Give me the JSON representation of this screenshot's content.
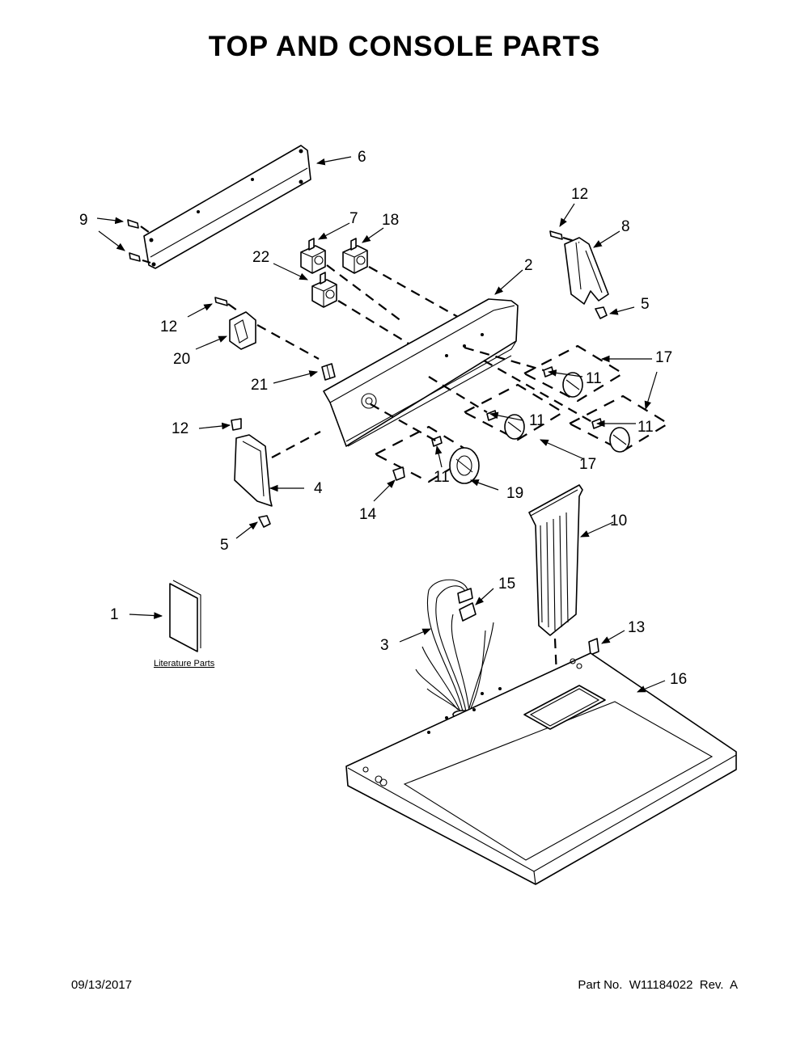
{
  "title": "TOP AND CONSOLE PARTS",
  "footer": {
    "date": "09/13/2017",
    "part_number": "Part No.  W11184022  Rev.  A"
  },
  "literature_label": "Literature Parts",
  "callouts": {
    "c1": "1",
    "c2": "2",
    "c3": "3",
    "c4": "4",
    "c5a": "5",
    "c5b": "5",
    "c6": "6",
    "c7": "7",
    "c8": "8",
    "c9": "9",
    "c10": "10",
    "c11a": "11",
    "c11b": "11",
    "c11c": "11",
    "c11d": "11",
    "c12a": "12",
    "c12b": "12",
    "c12c": "12",
    "c13": "13",
    "c14": "14",
    "c15": "15",
    "c16": "16",
    "c17a": "17",
    "c17b": "17",
    "c18": "18",
    "c19": "19",
    "c20": "20",
    "c21": "21",
    "c22": "22"
  }
}
